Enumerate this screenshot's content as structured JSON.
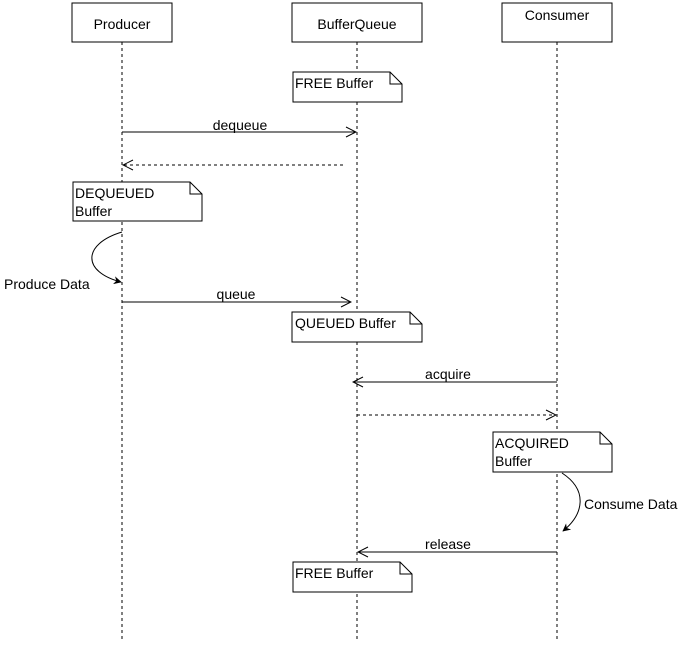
{
  "participants": {
    "producer": "Producer",
    "bufferqueue": "BufferQueue",
    "consumer": "Consumer"
  },
  "notes": {
    "free_1": "FREE Buffer",
    "dequeued_line1": "DEQUEUED",
    "dequeued_line2": "Buffer",
    "queued": "QUEUED Buffer",
    "acquired_line1": "ACQUIRED",
    "acquired_line2": "Buffer",
    "free_2": "FREE Buffer"
  },
  "messages": {
    "dequeue": "dequeue",
    "queue": "queue",
    "acquire": "acquire",
    "release": "release"
  },
  "self_actions": {
    "produce": "Produce Data",
    "consume": "Consume Data"
  },
  "colors": {
    "line": "#000000",
    "box_fill": "#ffffff"
  }
}
